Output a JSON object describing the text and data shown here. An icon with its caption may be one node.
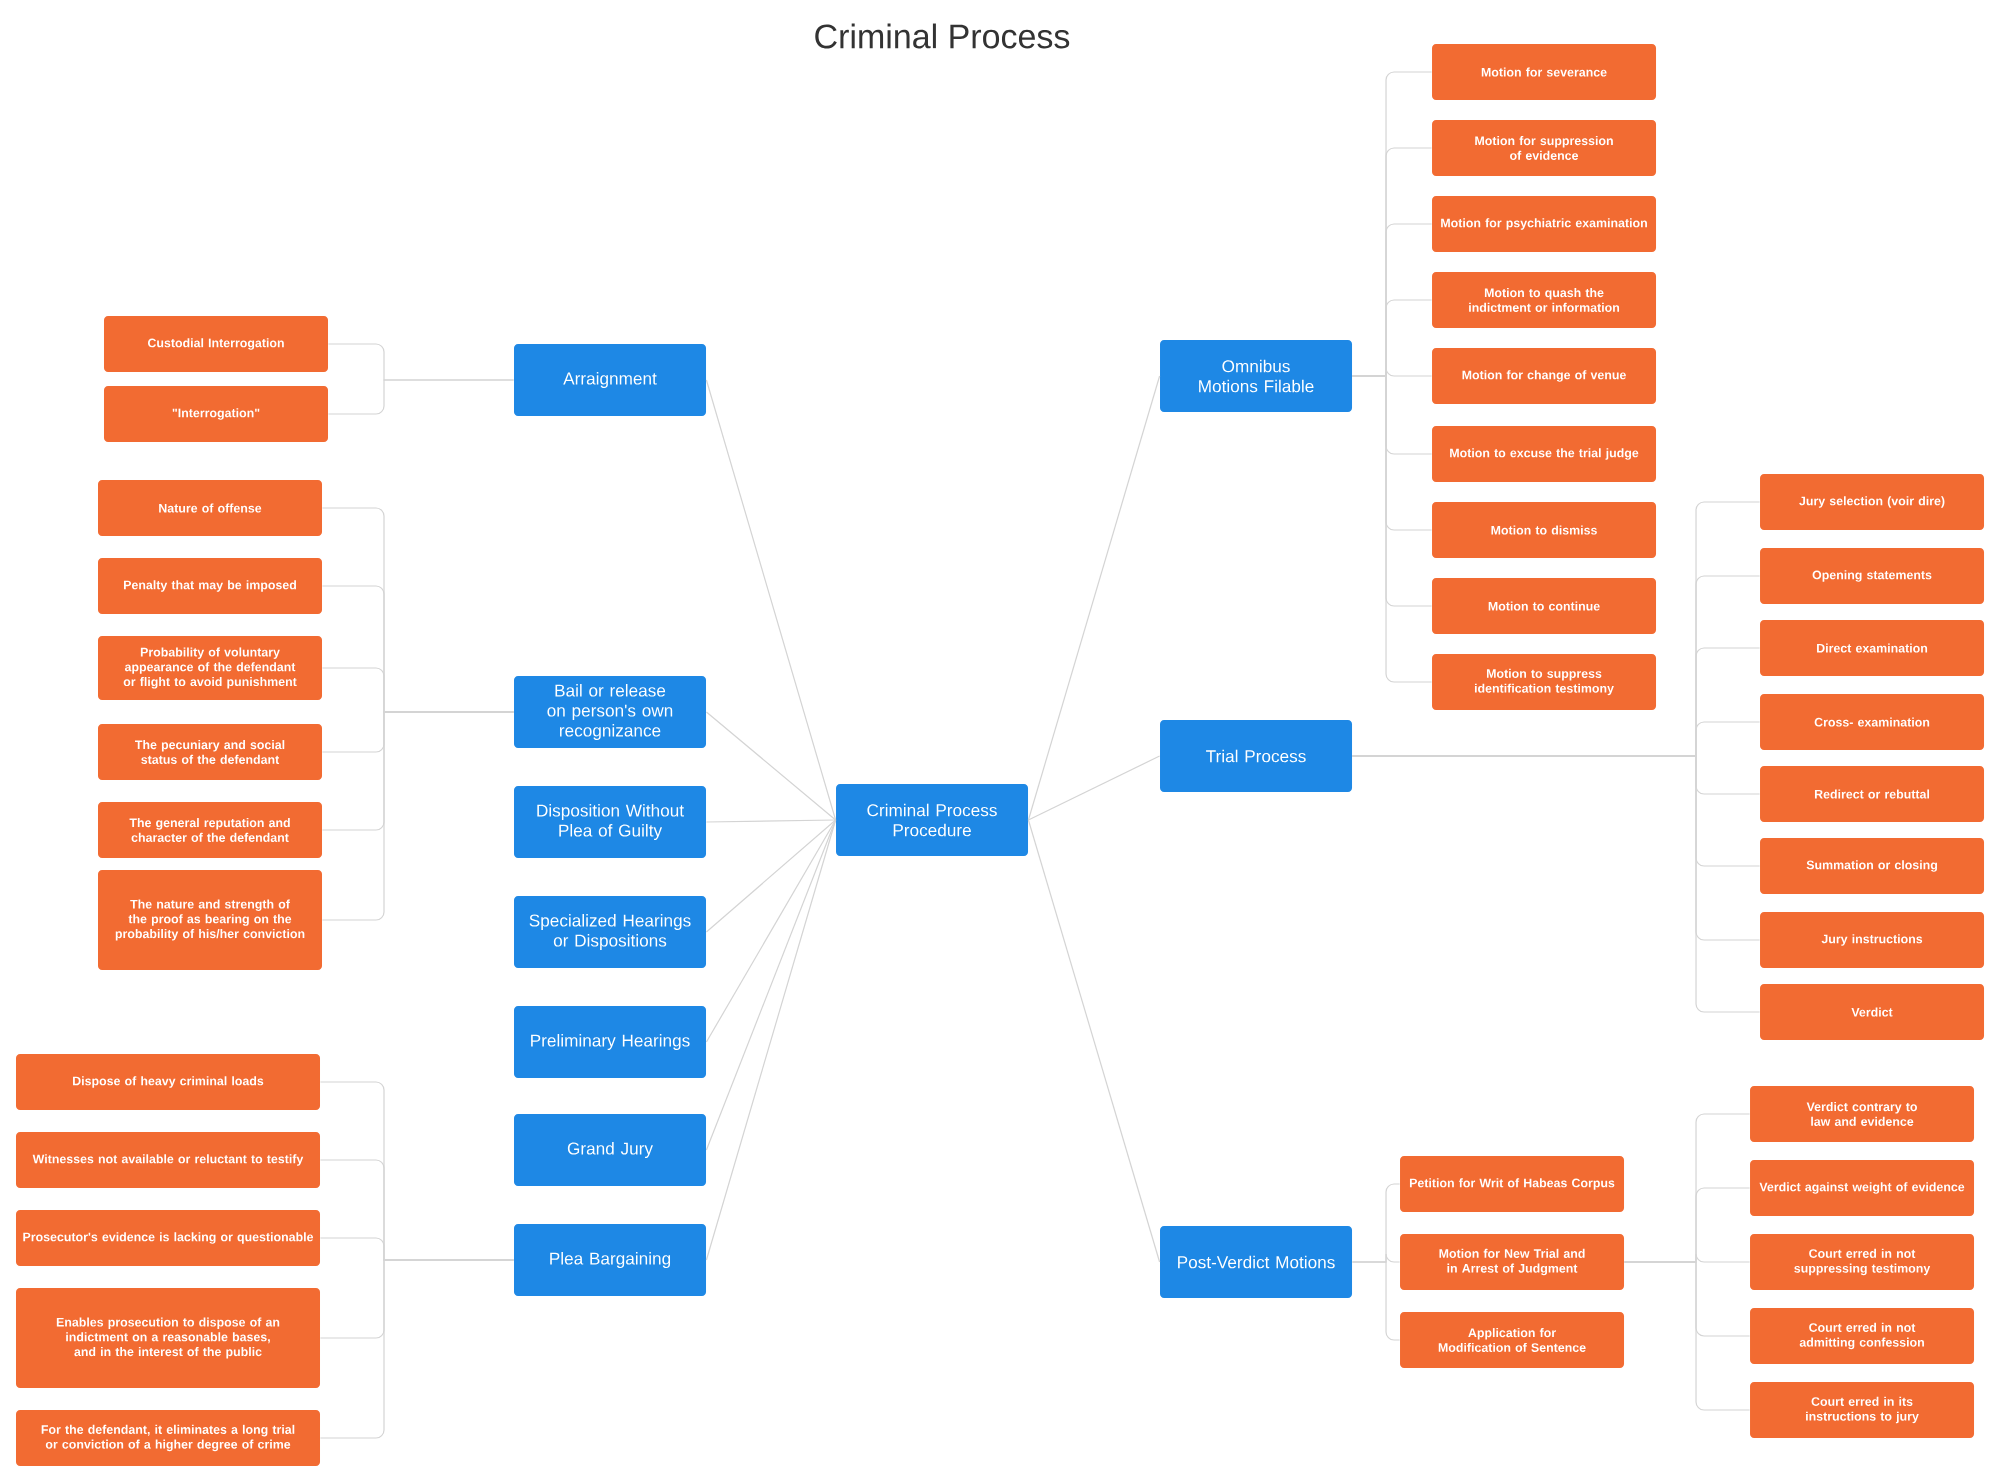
{
  "diagram": {
    "title": "Criminal Process",
    "nodes": [
      {
        "text": [
          "Criminal Process Procedure"
        ]
      },
      {
        "text": [
          "Arraignment"
        ]
      },
      {
        "text": [
          "Custodial Interrogation"
        ]
      },
      {
        "text": [
          "\"Interrogation\""
        ]
      },
      {
        "text": [
          "Bail or release on person's own recognizance"
        ]
      },
      {
        "text": [
          "Nature of offense"
        ]
      },
      {
        "text": [
          "Penalty that may be imposed"
        ]
      },
      {
        "text": [
          "Probability of voluntary appearance of the defendant or flight to avoid punishment"
        ]
      },
      {
        "text": [
          "The pecuniary and social status of the defendant"
        ]
      },
      {
        "text": [
          "The general reputation and character of the defendant"
        ]
      },
      {
        "text": [
          "The nature and strength of the proof as bearing on the probability of his/her conviction"
        ]
      },
      {
        "text": [
          "Disposition Without Plea of Guilty"
        ]
      },
      {
        "text": [
          "Specialized Hearings or Dispositions"
        ]
      },
      {
        "text": [
          "Preliminary Hearings"
        ]
      },
      {
        "text": [
          "Grand Jury"
        ]
      },
      {
        "text": [
          "Plea Bargaining"
        ]
      },
      {
        "text": [
          "Dispose of heavy criminal loads"
        ]
      },
      {
        "text": [
          "Witnesses not available or reluctant to testify"
        ]
      },
      {
        "text": [
          "Prosecutor's evidence is lacking or questionable"
        ]
      },
      {
        "text": [
          "Enables prosecution to dispose of an indictment on a reasonable bases, and in the interest of  the public"
        ]
      },
      {
        "text": [
          "For the defendant, it eliminates a long trial or conviction of a higher degree of crime"
        ]
      },
      {
        "text": [
          "Omnibus Motions Filable"
        ]
      },
      {
        "text": [
          "Motion for severance"
        ]
      },
      {
        "text": [
          "Motion for suppression of evidence"
        ]
      },
      {
        "text": [
          "Motion for psychiatric examination"
        ]
      },
      {
        "text": [
          "Motion to quash the indictment or information"
        ]
      },
      {
        "text": [
          "Motion for change of venue"
        ]
      },
      {
        "text": [
          "Motion to excuse the trial judge"
        ]
      },
      {
        "text": [
          "Motion to dismiss"
        ]
      },
      {
        "text": [
          "Motion to continue"
        ]
      },
      {
        "text": [
          "Motion to suppress identification testimony"
        ]
      },
      {
        "text": [
          "Trial Process"
        ]
      },
      {
        "text": [
          "Jury selection (voir dire)"
        ]
      },
      {
        "text": [
          "Opening statements"
        ]
      },
      {
        "text": [
          "Direct examination"
        ]
      },
      {
        "text": [
          "Cross- examination"
        ]
      },
      {
        "text": [
          "Redirect or rebuttal"
        ]
      },
      {
        "text": [
          "Summation or closing"
        ]
      },
      {
        "text": [
          "Jury instructions"
        ]
      },
      {
        "text": [
          "Verdict"
        ]
      },
      {
        "text": [
          "Post-Verdict Motions"
        ]
      },
      {
        "text": [
          "Petition for Writ of Habeas Corpus"
        ]
      },
      {
        "text": [
          "Motion for New Trial and in Arrest of Judgment"
        ]
      },
      {
        "text": [
          "Application for Modification of Sentence"
        ]
      },
      {
        "text": [
          "Verdict contrary to law and evidence"
        ]
      },
      {
        "text": [
          "Verdict against weight of evidence"
        ]
      },
      {
        "text": [
          "Court erred in not suppressing testimony"
        ]
      },
      {
        "text": [
          "Court erred in not admitting confession"
        ]
      },
      {
        "text": [
          "Court erred in its instructions to jury"
        ]
      }
    ],
    "edges": [
      {
        "from": 0,
        "to": 1,
        "arrow": "none"
      },
      {
        "from": 1,
        "to": 2,
        "arrow": "none"
      },
      {
        "from": 1,
        "to": 3,
        "arrow": "none"
      },
      {
        "from": 0,
        "to": 4,
        "arrow": "none"
      },
      {
        "from": 4,
        "to": 5,
        "arrow": "none"
      },
      {
        "from": 4,
        "to": 6,
        "arrow": "none"
      },
      {
        "from": 4,
        "to": 7,
        "arrow": "none"
      },
      {
        "from": 4,
        "to": 8,
        "arrow": "none"
      },
      {
        "from": 4,
        "to": 9,
        "arrow": "none"
      },
      {
        "from": 4,
        "to": 10,
        "arrow": "none"
      },
      {
        "from": 0,
        "to": 11,
        "arrow": "none"
      },
      {
        "from": 0,
        "to": 12,
        "arrow": "none"
      },
      {
        "from": 0,
        "to": 13,
        "arrow": "none"
      },
      {
        "from": 0,
        "to": 14,
        "arrow": "none"
      },
      {
        "from": 0,
        "to": 15,
        "arrow": "none"
      },
      {
        "from": 15,
        "to": 16,
        "arrow": "none"
      },
      {
        "from": 15,
        "to": 17,
        "arrow": "none"
      },
      {
        "from": 15,
        "to": 18,
        "arrow": "none"
      },
      {
        "from": 15,
        "to": 19,
        "arrow": "none"
      },
      {
        "from": 15,
        "to": 20,
        "arrow": "none"
      },
      {
        "from": 0,
        "to": 21,
        "arrow": "none"
      },
      {
        "from": 21,
        "to": 22,
        "arrow": "none"
      },
      {
        "from": 21,
        "to": 23,
        "arrow": "none"
      },
      {
        "from": 21,
        "to": 24,
        "arrow": "none"
      },
      {
        "from": 21,
        "to": 25,
        "arrow": "none"
      },
      {
        "from": 21,
        "to": 26,
        "arrow": "none"
      },
      {
        "from": 21,
        "to": 27,
        "arrow": "none"
      },
      {
        "from": 21,
        "to": 28,
        "arrow": "none"
      },
      {
        "from": 21,
        "to": 29,
        "arrow": "none"
      },
      {
        "from": 21,
        "to": 30,
        "arrow": "none"
      },
      {
        "from": 0,
        "to": 31,
        "arrow": "none"
      },
      {
        "from": 31,
        "to": 32,
        "arrow": "none"
      },
      {
        "from": 31,
        "to": 33,
        "arrow": "none"
      },
      {
        "from": 31,
        "to": 34,
        "arrow": "none"
      },
      {
        "from": 31,
        "to": 35,
        "arrow": "none"
      },
      {
        "from": 31,
        "to": 36,
        "arrow": "none"
      },
      {
        "from": 31,
        "to": 37,
        "arrow": "none"
      },
      {
        "from": 31,
        "to": 38,
        "arrow": "none"
      },
      {
        "from": 31,
        "to": 39,
        "arrow": "none"
      },
      {
        "from": 0,
        "to": 40,
        "arrow": "none"
      },
      {
        "from": 40,
        "to": 41,
        "arrow": "none"
      },
      {
        "from": 40,
        "to": 42,
        "arrow": "none"
      },
      {
        "from": 40,
        "to": 43,
        "arrow": "none"
      },
      {
        "from": 42,
        "to": 44,
        "arrow": "none"
      },
      {
        "from": 42,
        "to": 45,
        "arrow": "none"
      },
      {
        "from": 42,
        "to": 46,
        "arrow": "none"
      },
      {
        "from": 42,
        "to": 47,
        "arrow": "none"
      },
      {
        "from": 42,
        "to": 48,
        "arrow": "none"
      }
    ]
  }
}
